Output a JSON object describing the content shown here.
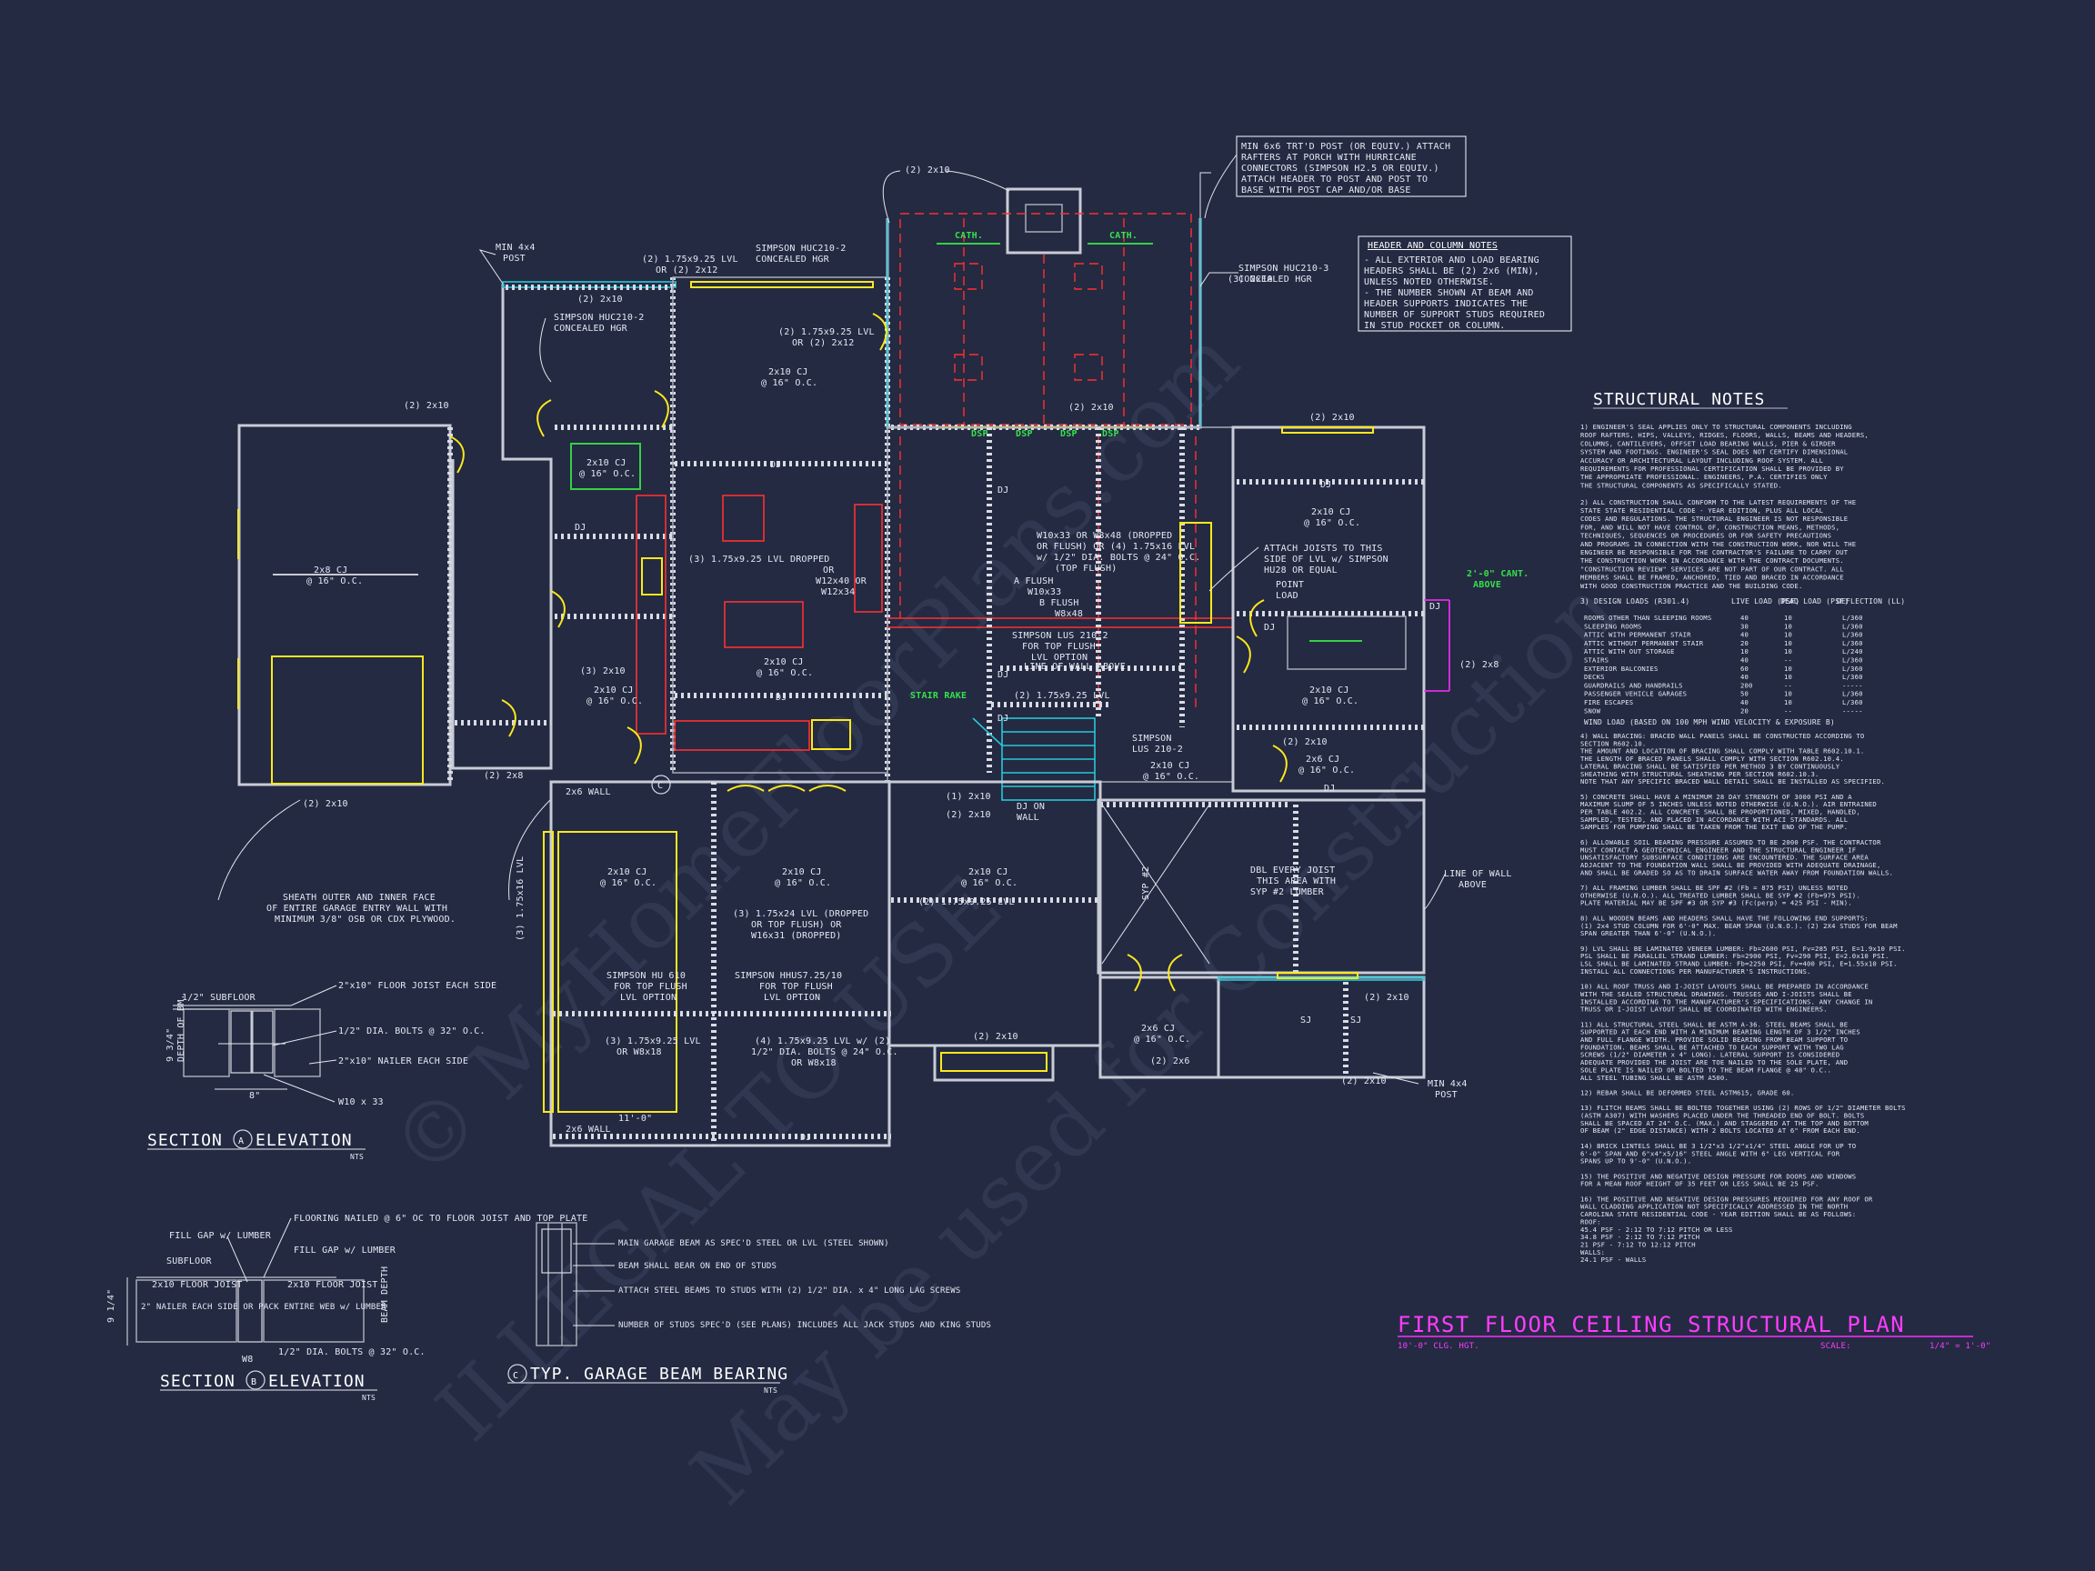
{
  "sheet": {
    "title": "FIRST FLOOR CEILING STRUCTURAL PLAN",
    "subtitle_left": "10'-0\" CLG. HGT.",
    "scale_label": "SCALE:",
    "scale_value": "1/4\" = 1'-0\"",
    "watermark_1": "© MyHomeFloorPlans.com",
    "watermark_2": "ILLEGAL TO USE",
    "watermark_3": "May be used for Construction"
  },
  "notes_boxes": {
    "porch_post": [
      "MIN 6x6 TRT'D POST (OR EQUIV.) ATTACH",
      "RAFTERS AT PORCH WITH HURRICANE",
      "CONNECTORS (SIMPSON H2.5 OR EQUIV.)",
      "ATTACH HEADER TO POST AND POST TO",
      "BASE WITH POST CAP AND/OR BASE"
    ],
    "header_title": "HEADER AND COLUMN NOTES",
    "header_lines": [
      "- ALL EXTERIOR AND LOAD BEARING",
      "HEADERS SHALL BE (2) 2x6 (MIN),",
      "UNLESS NOTED OTHERWISE.",
      "- THE NUMBER SHOWN AT BEAM AND",
      "HEADER SUPPORTS INDICATES THE",
      "NUMBER OF SUPPORT STUDS REQUIRED",
      "IN STUD POCKET OR COLUMN."
    ]
  },
  "structural_notes": {
    "title": "STRUCTURAL NOTES",
    "lines": [
      "1) ENGINEER'S SEAL APPLIES ONLY TO STRUCTURAL COMPONENTS INCLUDING",
      "ROOF RAFTERS, HIPS, VALLEYS, RIDGES, FLOORS, WALLS, BEAMS AND HEADERS,",
      "COLUMNS, CANTILEVERS, OFFSET LOAD BEARING WALLS, PIER & GIRDER",
      "SYSTEM AND FOOTINGS. ENGINEER'S SEAL DOES NOT CERTIFY DIMENSIONAL",
      "ACCURACY OR ARCHITECTURAL LAYOUT INCLUDING ROOF SYSTEM. ALL",
      "REQUIREMENTS FOR PROFESSIONAL CERTIFICATION SHALL BE PROVIDED BY",
      "THE APPROPRIATE PROFESSIONAL. ENGINEERS, P.A. CERTIFIES ONLY",
      "THE STRUCTURAL COMPONENTS AS SPECIFICALLY STATED.",
      "",
      "2) ALL CONSTRUCTION SHALL CONFORM TO THE LATEST REQUIREMENTS OF THE",
      "STATE STATE RESIDENTIAL CODE - YEAR EDITION, PLUS ALL LOCAL",
      "CODES AND REGULATIONS. THE STRUCTURAL ENGINEER IS NOT RESPONSIBLE",
      "FOR, AND WILL NOT HAVE CONTROL OF, CONSTRUCTION MEANS, METHODS,",
      "TECHNIQUES, SEQUENCES OR PROCEDURES OR FOR SAFETY PRECAUTIONS",
      "AND PROGRAMS IN CONNECTION WITH THE CONSTRUCTION WORK, NOR WILL THE",
      "ENGINEER BE RESPONSIBLE FOR THE CONTRACTOR'S FAILURE TO CARRY OUT",
      "THE CONSTRUCTION WORK IN ACCORDANCE WITH THE CONTRACT DOCUMENTS.",
      "\"CONSTRUCTION REVIEW\" SERVICES ARE NOT PART OF OUR CONTRACT. ALL",
      "MEMBERS SHALL BE FRAMED, ANCHORED, TIED AND BRACED IN ACCORDANCE",
      "WITH GOOD CONSTRUCTION PRACTICE AND THE BUILDING CODE."
    ],
    "loads_title": "3) DESIGN LOADS (R301.4)",
    "loads_headers": [
      "LIVE LOAD (PSF)",
      "DEAD LOAD (PSF)",
      "DEFLECTION (LL)"
    ],
    "loads_rows": [
      [
        "ROOMS OTHER THAN SLEEPING ROOMS",
        "40",
        "10",
        "L/360"
      ],
      [
        "SLEEPING ROOMS",
        "30",
        "10",
        "L/360"
      ],
      [
        "ATTIC WITH PERMANENT STAIR",
        "40",
        "10",
        "L/360"
      ],
      [
        "ATTIC WITHOUT PERMANENT STAIR",
        "20",
        "10",
        "L/360"
      ],
      [
        "ATTIC WITH OUT STORAGE",
        "10",
        "10",
        "L/240"
      ],
      [
        "STAIRS",
        "40",
        "--",
        "L/360"
      ],
      [
        "EXTERIOR BALCONIES",
        "60",
        "10",
        "L/360"
      ],
      [
        "DECKS",
        "40",
        "10",
        "L/360"
      ],
      [
        "GUARDRAILS AND HANDRAILS",
        "200",
        "--",
        "-----"
      ],
      [
        "PASSENGER VEHICLE GARAGES",
        "50",
        "10",
        "L/360"
      ],
      [
        "FIRE ESCAPES",
        "40",
        "10",
        "L/360"
      ],
      [
        "SNOW",
        "20",
        "--",
        "-----"
      ]
    ],
    "wind_line": "WIND LOAD          (BASED ON 100 MPH WIND VELOCITY & EXPOSURE B)",
    "lines_2": [
      "4) WALL BRACING: BRACED WALL PANELS SHALL BE CONSTRUCTED ACCORDING TO",
      "SECTION R602.10.",
      "THE AMOUNT AND LOCATION OF BRACING SHALL COMPLY WITH TABLE R602.10.1.",
      "THE LENGTH OF BRACED PANELS SHALL COMPLY WITH SECTION R602.10.4.",
      "LATERAL BRACING SHALL BE SATISFIED PER METHOD 3 BY CONTINUOUSLY",
      "SHEATHING WITH STRUCTURAL SHEATHING PER SECTION R602.10.3.",
      "NOTE THAT ANY SPECIFIC BRACED WALL DETAIL SHALL BE INSTALLED AS SPECIFIED.",
      "",
      "5) CONCRETE SHALL HAVE A MINIMUM 28 DAY STRENGTH OF 3000 PSI AND A",
      "MAXIMUM SLUMP OF 5 INCHES UNLESS NOTED OTHERWISE (U.N.O.). AIR ENTRAINED",
      "PER TABLE 402.2. ALL CONCRETE SHALL BE PROPORTIONED, MIXED, HANDLED,",
      "SAMPLED, TESTED, AND PLACED IN ACCORDANCE WITH ACI STANDARDS. ALL",
      "SAMPLES FOR PUMPING SHALL BE TAKEN FROM THE EXIT END OF THE PUMP.",
      "",
      "6) ALLOWABLE SOIL BEARING PRESSURE ASSUMED TO BE 2000 PSF. THE CONTRACTOR",
      "MUST CONTACT A GEOTECHNICAL ENGINEER AND THE STRUCTURAL ENGINEER IF",
      "UNSATISFACTORY SUBSURFACE CONDITIONS ARE ENCOUNTERED. THE SURFACE AREA",
      "ADJACENT TO THE FOUNDATION WALL SHALL BE PROVIDED WITH ADEQUATE DRAINAGE,",
      "AND SHALL BE GRADED SO AS TO DRAIN SURFACE WATER AWAY FROM FOUNDATION WALLS.",
      "",
      "7) ALL FRAMING LUMBER SHALL BE SPF #2 (Fb = 875 PSI) UNLESS NOTED",
      "OTHERWISE (U.N.O.). ALL TREATED LUMBER SHALL BE SYP #2 (Fb=975 PSI).",
      "PLATE MATERIAL MAY BE SPF #3 OR SYP #3 (Fc(perp) = 425 PSI - MIN).",
      "",
      "8) ALL WOODEN BEAMS AND HEADERS SHALL HAVE THE FOLLOWING END SUPPORTS:",
      "(1) 2x4 STUD COLUMN FOR 6'-0\" MAX. BEAM SPAN (U.N.O.). (2) 2X4 STUDS FOR BEAM",
      "SPAN GREATER THAN 6'-0\" (U.N.O.).",
      "",
      "9) LVL SHALL BE LAMINATED VENEER LUMBER: Fb=2600 PSI, Fv=285 PSI, E=1.9x10 PSI.",
      "PSL SHALL BE PARALLEL STRAND LUMBER: Fb=2900 PSI, Fv=290 PSI, E=2.0x10 PSI.",
      "LSL SHALL BE LAMINATED STRAND LUMBER: Fb=2250 PSI, Fv=400 PSI, E=1.55x10 PSI.",
      "INSTALL ALL CONNECTIONS PER MANUFACTURER'S INSTRUCTIONS.",
      "",
      "10) ALL ROOF TRUSS AND I-JOIST LAYOUTS SHALL BE PREPARED IN ACCORDANCE",
      "WITH THE SEALED STRUCTURAL DRAWINGS. TRUSSES AND I-JOISTS SHALL BE",
      "INSTALLED ACCORDING TO THE MANUFACTURER'S SPECIFICATIONS. ANY CHANGE IN",
      "TRUSS OR I-JOIST LAYOUT SHALL BE COORDINATED WITH ENGINEERS.",
      "",
      "11) ALL STRUCTURAL STEEL SHALL BE ASTM A-36. STEEL BEAMS SHALL BE",
      "SUPPORTED AT EACH END WITH A MINIMUM BEARING LENGTH OF 3 1/2\" INCHES",
      "AND FULL FLANGE WIDTH. PROVIDE SOLID BEARING FROM BEAM SUPPORT TO",
      "FOUNDATION. BEAMS SHALL BE ATTACHED TO EACH SUPPORT WITH TWO LAG",
      "SCREWS (1/2\" DIAMETER x 4\" LONG). LATERAL SUPPORT IS CONSIDERED",
      "ADEQUATE PROVIDED THE JOIST ARE TOE NAILED TO THE SOLE PLATE, AND",
      "SOLE PLATE IS NAILED OR BOLTED TO THE BEAM FLANGE @ 48\" O.C..",
      "ALL STEEL TUBING SHALL BE ASTM A500.",
      "",
      "12) REBAR SHALL BE DEFORMED STEEL ASTM615, GRADE 60.",
      "",
      "13) FLITCH BEAMS SHALL BE BOLTED TOGETHER USING (2) ROWS OF 1/2\" DIAMETER BOLTS",
      "(ASTM A307) WITH WASHERS PLACED UNDER THE THREADED END OF BOLT. BOLTS",
      "SHALL BE SPACED AT 24\" O.C. (MAX.) AND STAGGERED AT THE TOP AND BOTTOM",
      "OF BEAM (2\" EDGE DISTANCE) WITH 2 BOLTS LOCATED AT 6\" FROM EACH END.",
      "",
      "14) BRICK LINTELS SHALL BE 3 1/2\"x3 1/2\"x1/4\" STEEL ANGLE FOR UP TO",
      "6'-0\" SPAN AND 6\"x4\"x5/16\" STEEL ANGLE WITH 6\" LEG VERTICAL FOR",
      "SPANS UP TO 9'-0\" (U.N.O.).",
      "",
      "15) THE POSITIVE AND NEGATIVE DESIGN PRESSURE FOR DOORS AND WINDOWS",
      "FOR A MEAN ROOF HEIGHT OF 35 FEET OR LESS SHALL BE 25 PSF.",
      "",
      "16) THE POSITIVE AND NEGATIVE DESIGN PRESSURES REQUIRED FOR ANY ROOF OR",
      "WALL CLADDING APPLICATION NOT SPECIFICALLY ADDRESSED IN THE NORTH",
      "CAROLINA STATE RESIDENTIAL CODE - YEAR EDITION SHALL BE AS FOLLOWS:",
      "ROOF:",
      "   45.4 PSF - 2:12 TO 7:12 PITCH OR LESS",
      "   34.8 PSF - 2:12 TO 7:12 PITCH",
      "   21 PSF - 7:12 TO 12:12 PITCH",
      "WALLS:",
      "   24.1 PSF - WALLS"
    ]
  },
  "plan_labels": {
    "min_post_1": [
      "MIN 4x4",
      "POST"
    ],
    "min_post_2": [
      "MIN 4x4",
      "POST"
    ],
    "lvl_top": [
      "(2) 1.75x9.25 LVL",
      "OR (2) 2x12"
    ],
    "simpson_top": [
      "SIMPSON HUC210-2",
      "CONCEALED HGR"
    ],
    "simpson_left": [
      "SIMPSON HUC210-2",
      "CONCEALED HGR"
    ],
    "simpson_huc3": [
      "SIMPSON HUC210-3",
      "CONCEALED HGR"
    ],
    "lvl_mid": [
      "(2) 1.75x9.25 LVL",
      "OR (2) 2x12"
    ],
    "x2x10": "(2) 2x10",
    "x3x10": "(3) 2x10",
    "x1x10": "(1) 2x10",
    "x2x8": "(2) 2x8",
    "x2x6": "(2) 2x6",
    "cj_2x8": [
      "2x8 CJ",
      "@ 16\" O.C."
    ],
    "cj_2x10": [
      "2x10 CJ",
      "@ 16\" O.C."
    ],
    "cj_2x6": [
      "2x6 CJ",
      "@ 16\" O.C."
    ],
    "dj": "DJ",
    "sj": "SJ",
    "dsp": "DSP",
    "cath": "CATH.",
    "lvl_3_dropped": [
      "(3) 1.75x9.25 LVL  DROPPED",
      "OR",
      "W12x40 OR",
      "W12x34"
    ],
    "flush_a": [
      "A  FLUSH",
      "W10x33"
    ],
    "flush_b": [
      "B  FLUSH",
      "W8x48"
    ],
    "w10_note": [
      "W10x33 OR W8x48 (DROPPED",
      "OR FLUSH) OR (4) 1.75x16 LVL",
      "w/ 1/2\" DIA. BOLTS @ 24\" O.C.",
      "(TOP FLUSH)"
    ],
    "lus_1": [
      "SIMPSON LUS 210-2",
      "FOR TOP FLUSH",
      "LVL OPTION"
    ],
    "line_of_wall": "LINE OF WALL ABOVE",
    "line_of_wall_2": [
      "LINE OF WALL",
      "ABOVE"
    ],
    "attach_joists": [
      "ATTACH JOISTS TO THIS",
      "SIDE OF LVL w/ SIMPSON",
      "HU28 OR EQUAL"
    ],
    "point_load": [
      "POINT",
      "LOAD"
    ],
    "cant": [
      "2'-0\" CANT.",
      "ABOVE"
    ],
    "stair_rake": "STAIR RAKE",
    "lvl_2_175": "(2) 1.75x9.25 LVL",
    "simpson_lus_2": [
      "SIMPSON",
      "LUS 210-2"
    ],
    "dj_on_wall": [
      "DJ ON",
      "WALL"
    ],
    "wall_2x6": "2x6 WALL",
    "lvl_3_175x16": "(3) 1.75x16 LVL",
    "lvl_175x24": [
      "(3) 1.75x24 LVL (DROPPED",
      "OR TOP FLUSH) OR",
      "W16x31 (DROPPED)"
    ],
    "simpson_hu610": [
      "SIMPSON HU 610",
      "FOR TOP FLUSH",
      "LVL OPTION"
    ],
    "simpson_hhus": [
      "SIMPSON HHUS7.25/10",
      "FOR TOP FLUSH",
      "LVL OPTION"
    ],
    "lvl_3_w8x18": [
      "(3) 1.75x9.25 LVL",
      "OR W8x18"
    ],
    "lvl_4_bolts": [
      "(4) 1.75x9.25 LVL w/ (2)",
      "1/2\" DIA. BOLTS @ 24\" O.C.",
      "OR W8x18"
    ],
    "dim_11": "11'-0\"",
    "dbl_joist": [
      "DBL EVERY JOIST",
      "THIS AREA WITH",
      "SYP #2 LUMBER"
    ],
    "sheath": [
      "SHEATH OUTER AND INNER FACE",
      "OF ENTIRE GARAGE ENTRY WALL WITH",
      "MINIMUM 3/8\" OSB OR CDX PLYWOOD."
    ],
    "syp": "SYP #2",
    "circle_c": "C"
  },
  "section_a": {
    "title": "SECTION",
    "letter": "A",
    "suffix": "ELEVATION",
    "nts": "NTS",
    "labels": [
      "1/2\" SUBFLOOR",
      "2\"x10\" FLOOR JOIST EACH SIDE",
      "1/2\" DIA. BOLTS @ 32\" O.C.",
      "2\"x10\" NAILER EACH SIDE",
      "W10 x 33",
      "9 3/4\"",
      "DEPTH OF BM.",
      "8\""
    ]
  },
  "section_b": {
    "title": "SECTION",
    "letter": "B",
    "suffix": "ELEVATION",
    "nts": "NTS",
    "labels": [
      "FILL GAP w/ LUMBER",
      "SUBFLOOR",
      "2x10 FLOOR JOIST",
      "2\" NAILER EACH SIDE OR PACK ENTIRE WEB w/ LUMBER",
      "W8",
      "FLOORING NAILED @ 6\" OC TO FLOOR JOIST AND TOP PLATE",
      "FILL GAP w/ LUMBER",
      "2x10 FLOOR JOIST",
      "BEAM DEPTH",
      "1/2\" DIA. BOLTS @ 32\" O.C.",
      "9 1/4\""
    ]
  },
  "section_c": {
    "letter": "C",
    "title": "TYP. GARAGE BEAM BEARING",
    "nts": "NTS",
    "labels": [
      "MAIN GARAGE BEAM AS SPEC'D STEEL OR LVL (STEEL SHOWN)",
      "BEAM SHALL BEAR ON END OF STUDS",
      "ATTACH STEEL BEAMS TO STUDS WITH (2) 1/2\" DIA. x 4\" LONG LAG SCREWS",
      "NUMBER OF STUDS SPEC'D (SEE PLANS) INCLUDES ALL JACK STUDS AND KING STUDS"
    ]
  },
  "colors": {
    "background": "#232a42",
    "wall": "#c9ccd6",
    "beam_red": "#ff3030",
    "header_yellow": "#ffe81c",
    "label_green": "#37e04a",
    "title_magenta": "#ff3cff",
    "cyan": "#29c7d8"
  }
}
